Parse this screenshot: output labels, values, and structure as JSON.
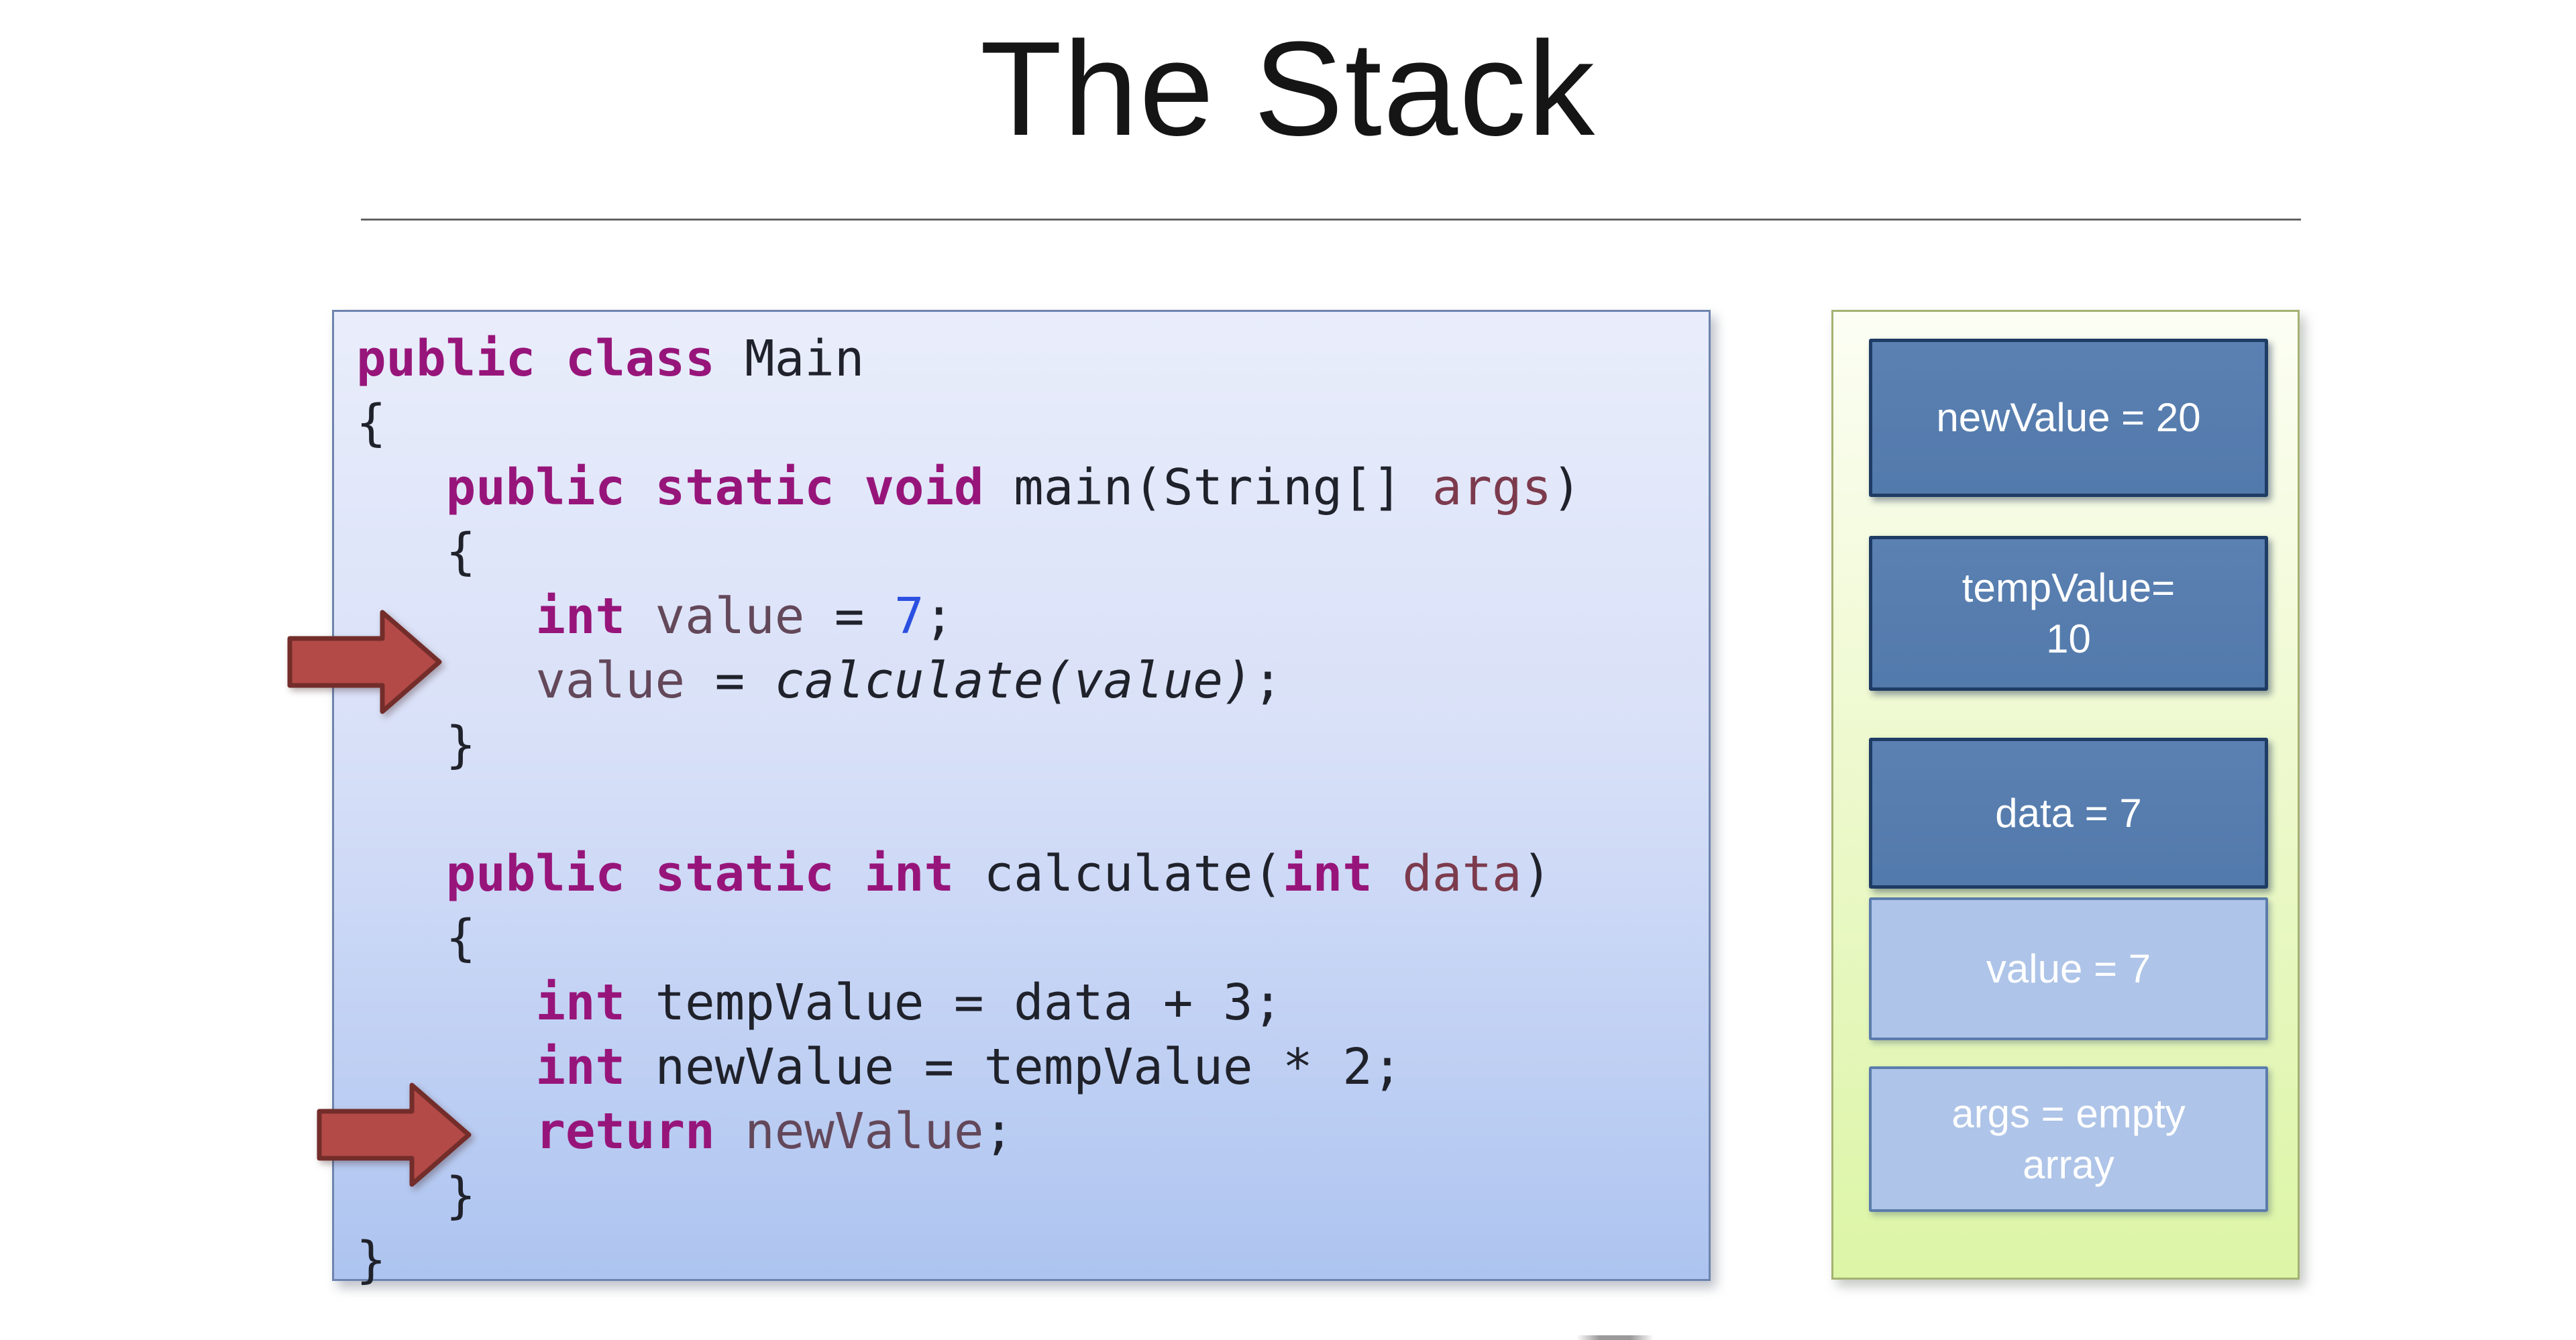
{
  "slide": {
    "title": "The Stack"
  },
  "code_panel": {
    "language": "java",
    "lines": [
      [
        {
          "t": "public class",
          "c": "kw"
        },
        {
          "t": " Main",
          "c": "pl"
        }
      ],
      [
        {
          "t": "{",
          "c": "pl"
        }
      ],
      [
        {
          "t": "   ",
          "c": "pl"
        },
        {
          "t": "public static void",
          "c": "kw"
        },
        {
          "t": " main(String[] ",
          "c": "pl"
        },
        {
          "t": "args",
          "c": "param"
        },
        {
          "t": ")",
          "c": "pl"
        }
      ],
      [
        {
          "t": "   {",
          "c": "pl"
        }
      ],
      [
        {
          "t": "      ",
          "c": "pl"
        },
        {
          "t": "int",
          "c": "kw"
        },
        {
          "t": " ",
          "c": "pl"
        },
        {
          "t": "value",
          "c": "var"
        },
        {
          "t": " = ",
          "c": "pl"
        },
        {
          "t": "7",
          "c": "num"
        },
        {
          "t": ";",
          "c": "pl"
        }
      ],
      [
        {
          "t": "      ",
          "c": "pl"
        },
        {
          "t": "value",
          "c": "var"
        },
        {
          "t": " = ",
          "c": "pl"
        },
        {
          "t": "calculate(value)",
          "c": "ital"
        },
        {
          "t": ";",
          "c": "pl"
        }
      ],
      [
        {
          "t": "   }",
          "c": "pl"
        }
      ],
      [
        {
          "t": "",
          "c": "pl"
        }
      ],
      [
        {
          "t": "   ",
          "c": "pl"
        },
        {
          "t": "public static int",
          "c": "kw"
        },
        {
          "t": " calculate(",
          "c": "pl"
        },
        {
          "t": "int",
          "c": "kw"
        },
        {
          "t": " ",
          "c": "pl"
        },
        {
          "t": "data",
          "c": "param"
        },
        {
          "t": ")",
          "c": "pl"
        }
      ],
      [
        {
          "t": "   {",
          "c": "pl"
        }
      ],
      [
        {
          "t": "      ",
          "c": "pl"
        },
        {
          "t": "int",
          "c": "kw"
        },
        {
          "t": " tempValue = data + 3;",
          "c": "pl"
        }
      ],
      [
        {
          "t": "      ",
          "c": "pl"
        },
        {
          "t": "int",
          "c": "kw"
        },
        {
          "t": " newValue = tempValue * 2;",
          "c": "pl"
        }
      ],
      [
        {
          "t": "      ",
          "c": "pl"
        },
        {
          "t": "return",
          "c": "kw"
        },
        {
          "t": " ",
          "c": "pl"
        },
        {
          "t": "newValue",
          "c": "var"
        },
        {
          "t": ";",
          "c": "pl"
        }
      ],
      [
        {
          "t": "   }",
          "c": "pl"
        }
      ],
      [
        {
          "t": "}",
          "c": "pl"
        }
      ]
    ]
  },
  "stack_panel": {
    "boxes": [
      {
        "label": "newValue = 20",
        "variant": "dark"
      },
      {
        "label": "tempValue=\n10",
        "variant": "dark"
      },
      {
        "label": "data = 7",
        "variant": "dark"
      },
      {
        "label": "value = 7",
        "variant": "light"
      },
      {
        "label": "args = empty\narray",
        "variant": "light"
      }
    ]
  },
  "colors": {
    "title_text": "#151515",
    "divider_line": "#555555",
    "code_panel_bg_top": "#e9edfb",
    "code_panel_bg_bottom": "#adc4f0",
    "code_panel_border": "#6e84ae",
    "code_keyword": "#97157a",
    "code_plain": "#20222b",
    "code_number": "#2b4fe0",
    "code_parameter": "#7c3b4d",
    "code_variable": "#63485a",
    "arrow_fill": "#b34a47",
    "arrow_stroke": "#732d2a",
    "stack_panel_bg_top": "#fcfef4",
    "stack_panel_bg_bottom": "#dcf5a6",
    "stack_panel_border": "#a4b272",
    "stack_box_dark_fill": "#547aab",
    "stack_box_dark_border": "#1e3c64",
    "stack_box_light_fill": "#aec4e8",
    "stack_box_light_border": "#5b7cab",
    "stack_box_text": "#ffffff"
  }
}
